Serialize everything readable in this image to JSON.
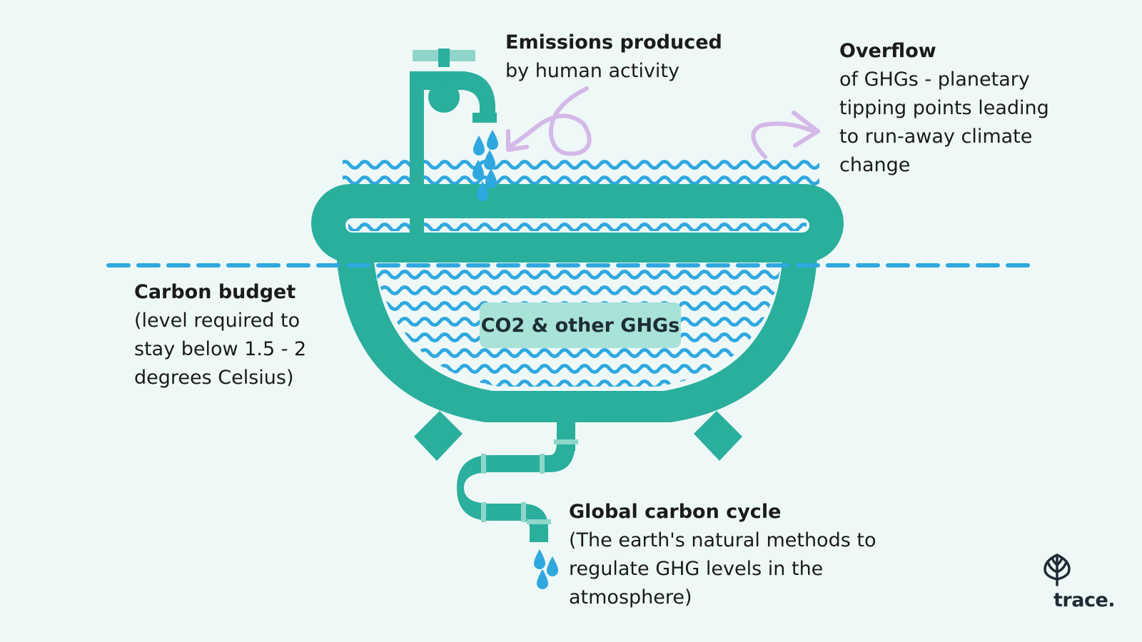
{
  "labels": {
    "emissions": {
      "head": "Emissions produced",
      "body": "by human activity"
    },
    "overflow": {
      "head": "Overflow",
      "body": "of GHGs - planetary tipping points leading to run-away climate change"
    },
    "carbon_budget": {
      "head": "Carbon budget",
      "body": "(level required to stay below 1.5 - 2 degrees Celsius)"
    },
    "global_cycle": {
      "head": "Global carbon cycle",
      "body": "(The earth's natural methods to regulate GHG levels in the atmosphere)"
    }
  },
  "bath_label": "CO2 & other GHGs",
  "brand": {
    "name": "trace."
  },
  "icons": [
    "tap-icon",
    "water-drop-icon",
    "bathtub-icon",
    "drain-pipe-icon",
    "curved-arrow-icon",
    "leaf-logo-icon"
  ],
  "colors": {
    "background": "#eef8f6",
    "tub": "#2aaf9d",
    "water": "#2fa8e0",
    "label_box": "#a8e2d8",
    "arrow": "#d4b8e8",
    "tap_handle": "#8fd6c8",
    "text": "#1b1b1b"
  }
}
